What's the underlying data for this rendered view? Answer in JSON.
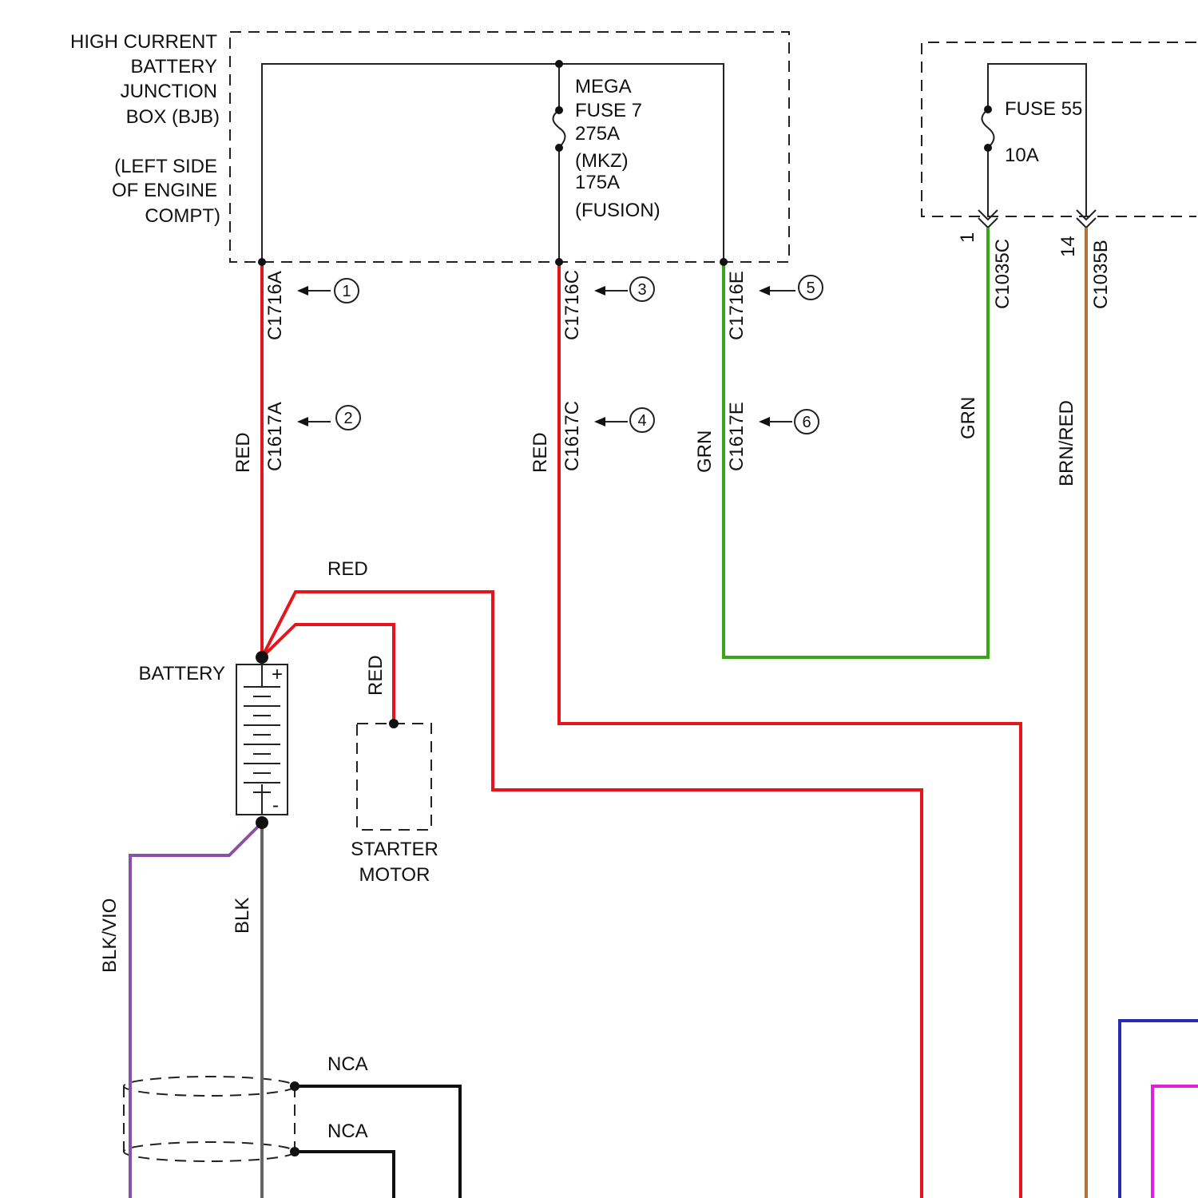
{
  "colors": {
    "red": "#e8141c",
    "green": "#3aa41a",
    "brown": "#b8703a",
    "black": "#111111",
    "gray": "#666666",
    "violet": "#8a4fa8",
    "blue": "#2a2ab8",
    "magenta": "#e020e0"
  },
  "bjb": {
    "label_lines": [
      "HIGH CURRENT",
      "BATTERY",
      "JUNCTION",
      "BOX (BJB)"
    ],
    "location_lines": [
      "(LEFT SIDE",
      "OF ENGINE",
      "COMPT)"
    ]
  },
  "mega_fuse": {
    "lines": [
      "MEGA",
      "FUSE 7",
      "275A",
      "(MKZ)",
      "175A",
      "(FUSION)"
    ]
  },
  "fuse55": {
    "name": "FUSE 55",
    "rating": "10A"
  },
  "connectors": {
    "c1716a": "C1716A",
    "c1617a": "C1617A",
    "c1716c": "C1716C",
    "c1617c": "C1617C",
    "c1716e": "C1716E",
    "c1617e": "C1617E",
    "c1035c": "C1035C",
    "c1035b": "C1035B",
    "pin_1": "1",
    "pin_14": "14"
  },
  "callouts": [
    "1",
    "2",
    "3",
    "4",
    "5",
    "6"
  ],
  "wires": {
    "red_a": "RED",
    "red_c": "RED",
    "grn_e": "GRN",
    "grn_fuse": "GRN",
    "brn_red": "BRN/RED",
    "red_top": "RED",
    "red_starter": "RED",
    "blk": "BLK",
    "blk_vio": "BLK/VIO",
    "nca_1": "NCA",
    "nca_2": "NCA"
  },
  "battery": {
    "label": "BATTERY",
    "plus": "+",
    "minus": "-"
  },
  "starter": {
    "lines": [
      "STARTER",
      "MOTOR"
    ]
  }
}
